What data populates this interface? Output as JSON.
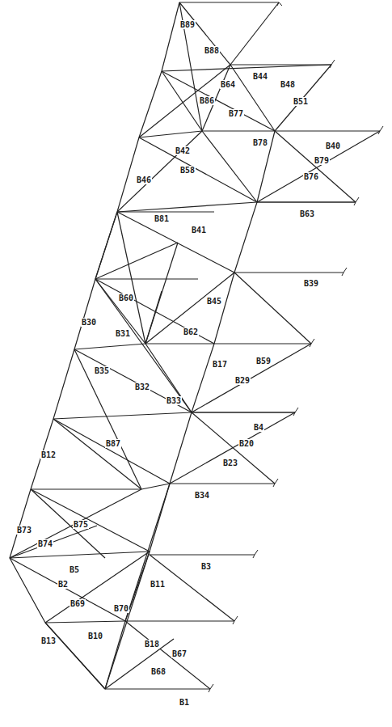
{
  "diagram": {
    "labels": [
      "B1",
      "B3",
      "B34",
      "B39",
      "B63",
      "B11",
      "B10",
      "B70",
      "B18",
      "B67",
      "B68",
      "B69",
      "B13",
      "B2",
      "B5",
      "B74",
      "B73",
      "B75",
      "B12",
      "B87",
      "B32",
      "B33",
      "B35",
      "B31",
      "B30",
      "B62",
      "B17",
      "B29",
      "B59",
      "B20",
      "B23",
      "B4",
      "B45",
      "B60",
      "B81",
      "B41",
      "B46",
      "B42",
      "B58",
      "B77",
      "B78",
      "B76",
      "B79",
      "B40",
      "B51",
      "B48",
      "B44",
      "B88",
      "B64",
      "B86",
      "B89"
    ]
  }
}
